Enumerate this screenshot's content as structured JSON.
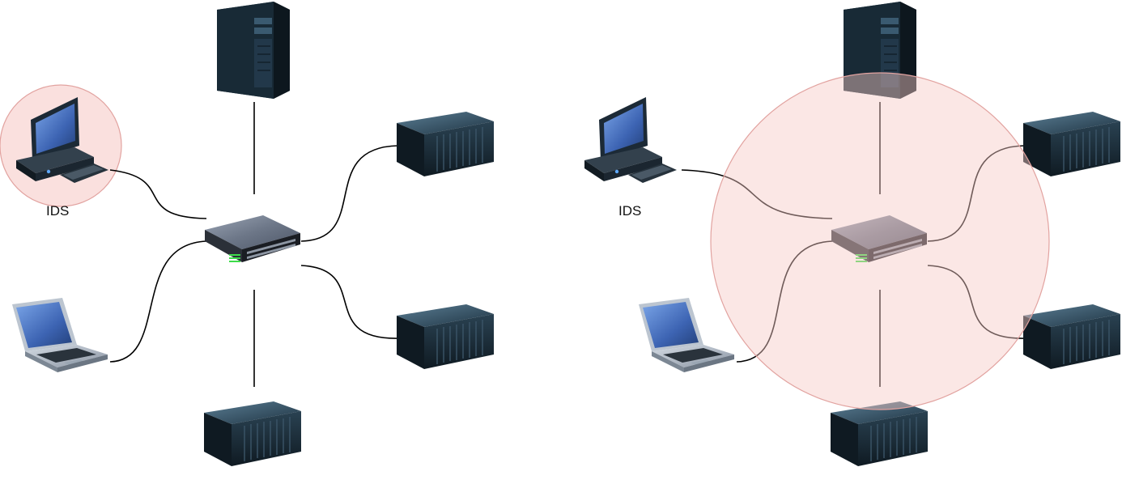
{
  "diagrams": [
    {
      "ids_label": "IDS",
      "highlight": "ids"
    },
    {
      "ids_label": "IDS",
      "highlight": "switch"
    }
  ],
  "colors": {
    "highlight_fill": "#f8d6d3",
    "highlight_stroke": "#e2a3a0",
    "device_dark": "#1b2b36",
    "device_mid": "#2f4a5c",
    "screen": "#4b78c8",
    "port_green": "#3ddc4a"
  },
  "icons": [
    "tower-server-icon",
    "desktop-pc-icon",
    "laptop-icon",
    "network-switch-icon",
    "rack-server-icon"
  ]
}
